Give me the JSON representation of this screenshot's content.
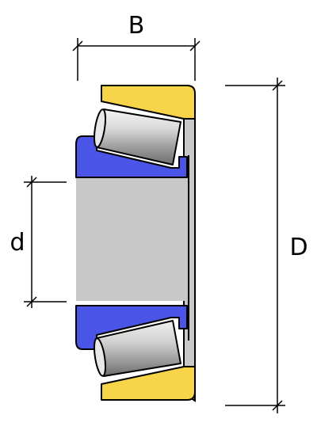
{
  "labels": {
    "width": "B",
    "bore": "d",
    "outer": "D"
  },
  "colors": {
    "background": "#ffffff",
    "outer_ring": "#f7d44a",
    "inner_ring": "#4a54e6",
    "roller": "#b0b0b0",
    "cage": "#c8c8c8",
    "outline": "#000000",
    "dimension_line": "#000000"
  },
  "part_names": [
    "outer-ring",
    "inner-ring",
    "tapered-roller",
    "cage"
  ]
}
